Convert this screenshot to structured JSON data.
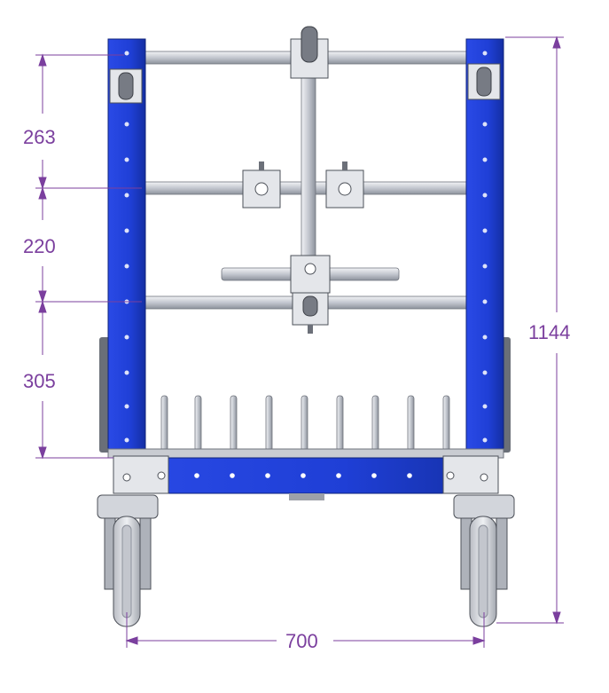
{
  "colors": {
    "frame_blue": "#1f3fd6",
    "frame_blue_dark": "#1530a8",
    "tube": "#c9cdd6",
    "tube_dark": "#8a8f9a",
    "dimension": "#7b3f9e",
    "metal": "#dfe2e7",
    "wheel": "#d9dbe0"
  },
  "dimensions": {
    "d1": "263",
    "d2": "220",
    "d3": "305",
    "height": "1144",
    "width": "700"
  }
}
